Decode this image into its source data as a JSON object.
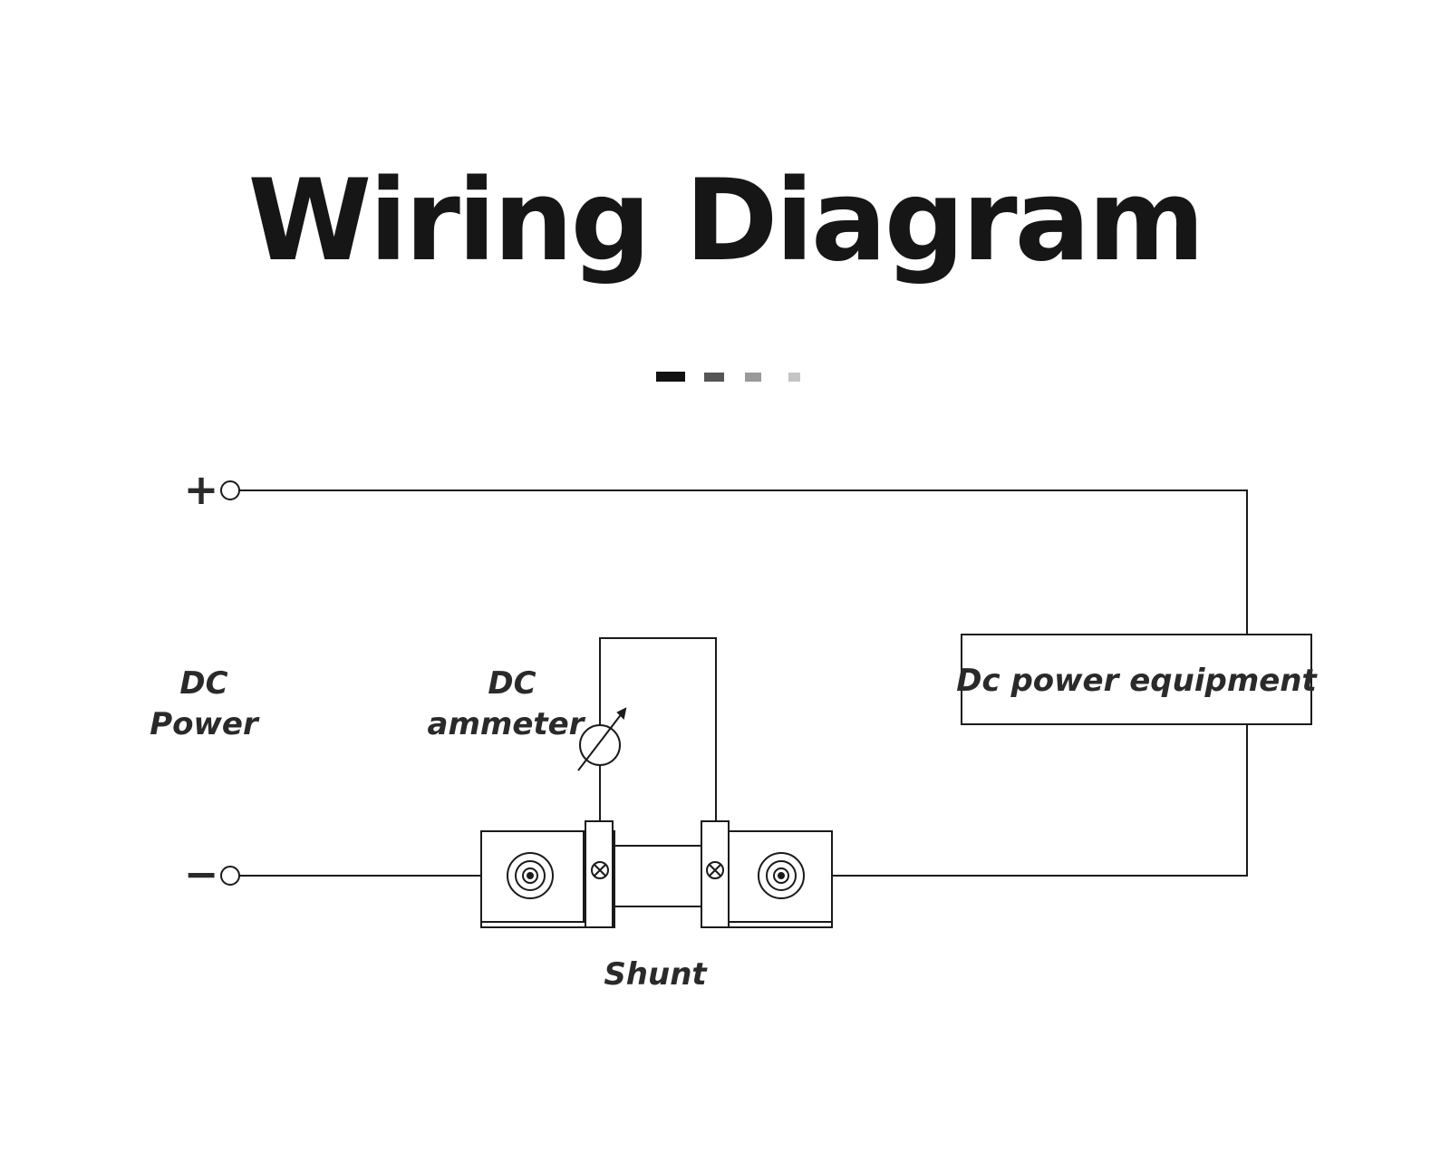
{
  "title": "Wiring Diagram",
  "decor": {
    "dash_colors": [
      "#111111",
      "#555555",
      "#999999",
      "#c4c4c4"
    ]
  },
  "labels": {
    "plus": "+",
    "minus": "−",
    "dc_power_line1": "DC",
    "dc_power_line2": "Power",
    "dc_ammeter_line1": "DC",
    "dc_ammeter_line2": "ammeter",
    "dc_equipment": "Dc power equipment",
    "shunt": "Shunt"
  },
  "colors": {
    "line": "#1a1a1a",
    "text": "#2a2a2a",
    "background": "#ffffff"
  }
}
